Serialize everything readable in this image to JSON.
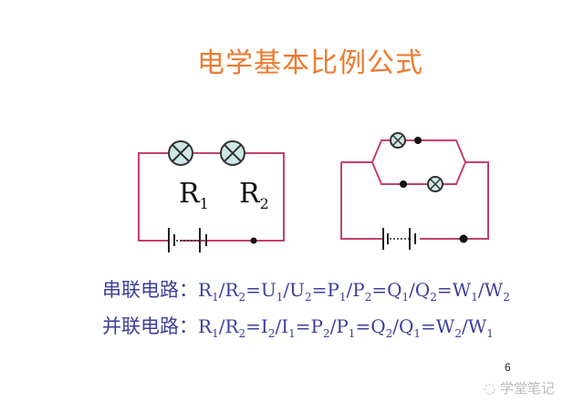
{
  "title": "电学基本比例公式",
  "circuit": {
    "r1": "R",
    "r1_sub": "1",
    "r2": "R",
    "r2_sub": "2"
  },
  "formulas": [
    {
      "label": "串联电路：",
      "tokens": [
        {
          "t": "R",
          "s": "1"
        },
        {
          "t": "/R",
          "s": "2"
        },
        {
          "t": "=U",
          "s": "1"
        },
        {
          "t": "/U",
          "s": "2"
        },
        {
          "t": "=P",
          "s": "1"
        },
        {
          "t": "/P",
          "s": "2"
        },
        {
          "t": "=Q",
          "s": "1"
        },
        {
          "t": "/Q",
          "s": "2"
        },
        {
          "t": "=W",
          "s": "1"
        },
        {
          "t": "/W",
          "s": "2"
        }
      ]
    },
    {
      "label": "并联电路：",
      "tokens": [
        {
          "t": "R",
          "s": "1"
        },
        {
          "t": "/R",
          "s": "2"
        },
        {
          "t": "=I",
          "s": "2"
        },
        {
          "t": "/I",
          "s": "1"
        },
        {
          "t": "=P",
          "s": "2"
        },
        {
          "t": "/P",
          "s": "1"
        },
        {
          "t": "=Q",
          "s": "2"
        },
        {
          "t": "/Q",
          "s": "1"
        },
        {
          "t": "=W",
          "s": "2"
        },
        {
          "t": "/W",
          "s": "1"
        }
      ]
    }
  ],
  "page_number": "6",
  "watermark": "学堂笔记",
  "colors": {
    "title": "#ee7a30",
    "formula": "#3b3f9a",
    "wire": "#c2406f",
    "lamp": "#cde8e6"
  }
}
